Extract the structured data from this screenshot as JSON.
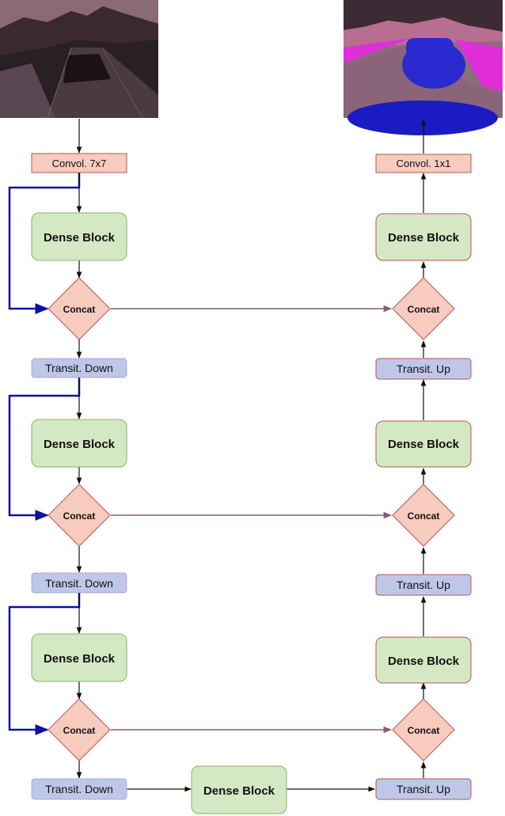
{
  "labels": {
    "conv_in": "Convol. 7x7",
    "conv_out": "Convol. 1x1",
    "dense": "Dense Block",
    "concat": "Concat",
    "trans_down": "Transit. Down",
    "trans_up": "Transit. Up"
  },
  "colors": {
    "conv_fill": "#f8cbbf",
    "conv_stroke": "#b85450",
    "dense_fill": "#d5e8c4",
    "dense_stroke": "#82b366",
    "concat_fill": "#f8cbbf",
    "concat_stroke": "#b85450",
    "trans_fill": "#bfc7e8",
    "trans_stroke": "#8d95c8",
    "arrow": "#111111",
    "skip_blue": "#0d11a0",
    "skip_mauve": "#8a5a6e"
  },
  "images": {
    "input": "camera-frame-road-scene",
    "output": "segmentation-map-road-scene"
  }
}
